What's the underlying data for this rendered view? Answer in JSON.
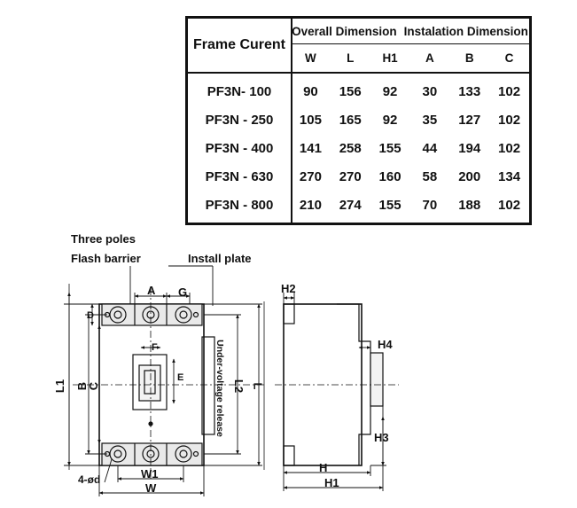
{
  "table": {
    "frame_header": "Frame Curent",
    "group_header_1": "Overall Dimension",
    "group_header_2": "Instalation Dimension",
    "columns": [
      "W",
      "L",
      "H1",
      "A",
      "B",
      "C"
    ],
    "rows": [
      {
        "model": "PF3N- 100",
        "values": [
          "90",
          "156",
          "92",
          "30",
          "133",
          "102"
        ]
      },
      {
        "model": "PF3N - 250",
        "values": [
          "105",
          "165",
          "92",
          "35",
          "127",
          "102"
        ]
      },
      {
        "model": "PF3N - 400",
        "values": [
          "141",
          "258",
          "155",
          "44",
          "194",
          "102"
        ]
      },
      {
        "model": "PF3N - 630",
        "values": [
          "270",
          "270",
          "160",
          "58",
          "200",
          "134"
        ]
      },
      {
        "model": "PF3N - 800",
        "values": [
          "210",
          "274",
          "155",
          "70",
          "188",
          "102"
        ]
      }
    ]
  },
  "drawing": {
    "label_three_poles": "Three poles",
    "label_flash_barrier": "Flash barrier",
    "label_install_plate": "Install plate",
    "label_undervoltage": "Under-voltage release",
    "label_holes": "4-ød",
    "dim_A": "A",
    "dim_G": "G",
    "dim_D": "D",
    "dim_F": "F",
    "dim_E": "E",
    "dim_B": "B",
    "dim_C": "C",
    "dim_L1": "L1",
    "dim_L2": "L2",
    "dim_L": "L",
    "dim_W1": "W1",
    "dim_W": "W",
    "dim_H2": "H2",
    "dim_H4": "H4",
    "dim_H3": "H3",
    "dim_H": "H",
    "dim_H1": "H1"
  }
}
